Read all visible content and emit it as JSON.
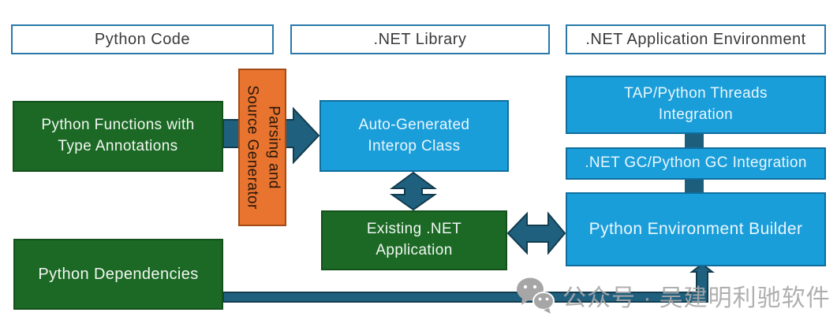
{
  "headers": {
    "python_code": "Python Code",
    "net_library": ".NET Library",
    "net_app_env": ".NET Application Environment"
  },
  "nodes": {
    "python_functions": "Python Functions with\nType Annotations",
    "parsing_generator": "Parsing and\nSource Generator",
    "interop_class": "Auto-Generated\nInterop Class",
    "existing_app": "Existing .NET\nApplication",
    "python_dependencies": "Python Dependencies",
    "tap_threads": "TAP/Python Threads\nIntegration",
    "gc_integration": ".NET GC/Python GC Integration",
    "env_builder": "Python Environment Builder"
  },
  "colors": {
    "green_fill": "#1B6925",
    "green_border": "#14511C",
    "blue_fill": "#1A9EDA",
    "blue_border": "#0F6E9E",
    "orange_fill": "#E8742F",
    "orange_border": "#A34B15",
    "arrow_fill": "#20607F",
    "arrow_outline": "#123C4E",
    "header_border": "#2879A9",
    "header_text": "#3A3A3A",
    "watermark_gray": "#A8A8A8"
  },
  "watermark": {
    "icon": "wechat-icon",
    "text": "公众号 · 吴建明利驰软件"
  }
}
